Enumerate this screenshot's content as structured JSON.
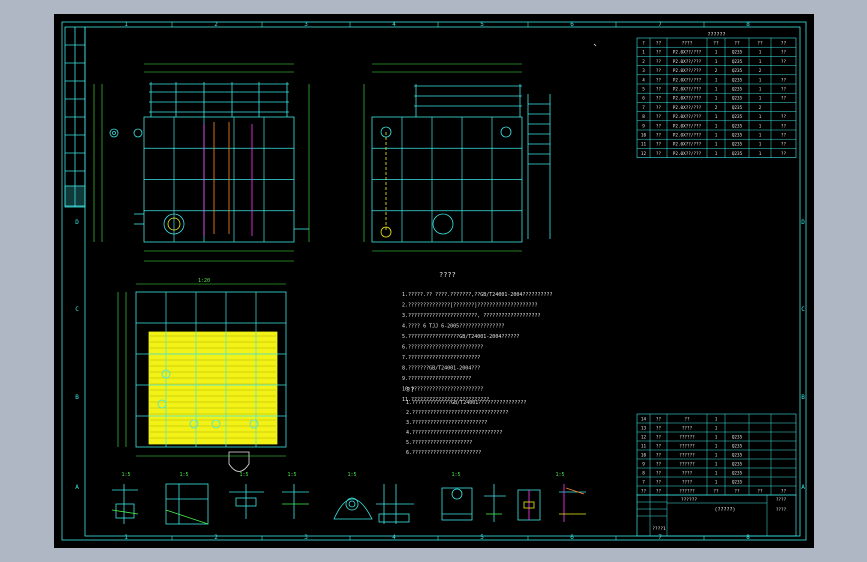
{
  "colors": {
    "viewport_bg": "#aeb7c3",
    "canvas_bg": "#000000",
    "frame": "#3ee6e6",
    "geometry": "#3ee6e6",
    "dims": "#4af04a",
    "note_text": "#e6e6e6",
    "fill": "#f2f217",
    "hatch": "#b0b000",
    "magenta": "#ff3cff",
    "orange": "#ff8a2a"
  },
  "grid_columns": [
    "1",
    "2",
    "3",
    "4",
    "5",
    "6",
    "7",
    "8"
  ],
  "grid_rows": [
    "D",
    "C",
    "B",
    "A"
  ],
  "notes": {
    "heading_1": "????",
    "lines_1": [
      "1.?????.?? ????.???????,??GB/T24001-2004??????????",
      "2.??????????????[???????]????????????????????",
      "3.???????????????????????, ???????????????????",
      "4.???? 6 TJJ 6-2005???????????????",
      "5.?????????????????GB/T24001-2004??????",
      "6.?????????????????????????",
      "7.????????????????????????",
      "8.???????GB/T24001-2004???",
      "9.?????????????????????",
      "10.????????????????????????",
      "11.??????????????????????????"
    ],
    "heading_2": "??",
    "lines_2": [
      "1.?????????????GB/T24001????????????????",
      "2.????????????????????????????????",
      "3.?????????????????????????",
      "4.??????????????????????????????",
      "5.????????????????????",
      "6.???????????????????????"
    ]
  },
  "title_block": {
    "drawing_name": "??????",
    "drawing_no": "(?????)",
    "bottom_cell": "????1",
    "mid_row_a": "????",
    "mid_row_b": "????"
  },
  "parts_table_top": {
    "title": "??????",
    "columns": [
      "?",
      "??",
      "????",
      "??",
      "??",
      "??",
      "??"
    ],
    "rows": [
      [
        "1",
        "??",
        "P2.0X??/???",
        "1",
        "Q235",
        "1",
        "??"
      ],
      [
        "2",
        "??",
        "P2.0X??/???",
        "1",
        "Q235",
        "1",
        "??"
      ],
      [
        "3",
        "??",
        "P2.0X??/???",
        "2",
        "Q235",
        "2",
        ""
      ],
      [
        "4",
        "??",
        "P2.0X??/???",
        "1",
        "Q235",
        "1",
        "??"
      ],
      [
        "5",
        "??",
        "P2.0X??/???",
        "1",
        "Q235",
        "1",
        "??"
      ],
      [
        "6",
        "??",
        "P2.0X??/???",
        "1",
        "Q235",
        "1",
        "??"
      ],
      [
        "7",
        "??",
        "P2.0X??/???",
        "2",
        "Q235",
        "2",
        ""
      ],
      [
        "8",
        "??",
        "P2.0X??/???",
        "1",
        "Q235",
        "1",
        "??"
      ],
      [
        "9",
        "??",
        "P2.0X??/???",
        "1",
        "Q235",
        "1",
        "??"
      ],
      [
        "10",
        "??",
        "P2.0X??/???",
        "1",
        "Q235",
        "1",
        "??"
      ],
      [
        "11",
        "??",
        "P2.0X??/???",
        "1",
        "Q235",
        "1",
        "??"
      ],
      [
        "12",
        "??",
        "P2.0X??/???",
        "1",
        "Q235",
        "1",
        "??"
      ]
    ]
  },
  "parts_table_bottom": {
    "rows": [
      [
        "14",
        "??",
        "??",
        "1",
        "",
        "",
        ""
      ],
      [
        "13",
        "??",
        "????",
        "1",
        "",
        "",
        ""
      ],
      [
        "12",
        "??",
        "??????",
        "1",
        "Q235",
        "",
        ""
      ],
      [
        "11",
        "??",
        "??????",
        "1",
        "Q235",
        "",
        ""
      ],
      [
        "10",
        "??",
        "??????",
        "1",
        "Q235",
        "",
        ""
      ],
      [
        "9",
        "??",
        "??????",
        "1",
        "Q235",
        "",
        ""
      ],
      [
        "8",
        "??",
        "????",
        "1",
        "Q235",
        "",
        ""
      ],
      [
        "7",
        "??",
        "????",
        "1",
        "Q235",
        "",
        ""
      ]
    ],
    "header": [
      "??",
      "??",
      "??????",
      "??",
      "??",
      "??",
      "??"
    ]
  },
  "view_labels": [
    "1:20",
    "1:5",
    "1:5",
    "1:5",
    "1:5",
    "1:5",
    "1:5",
    "1:5"
  ]
}
